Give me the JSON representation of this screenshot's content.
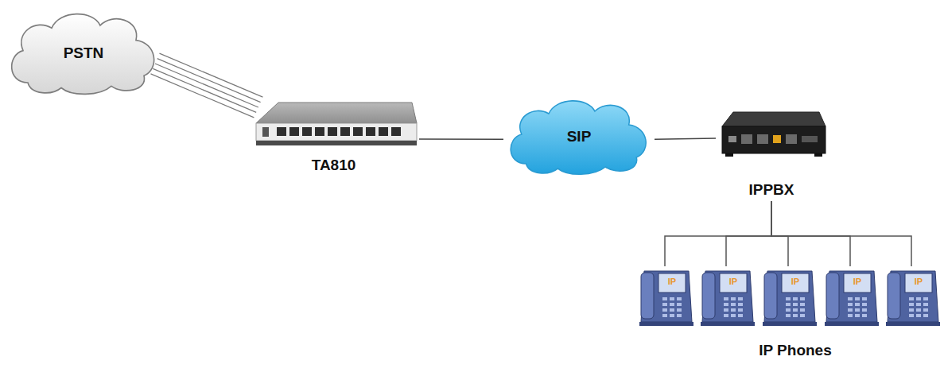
{
  "diagram": {
    "nodes": [
      {
        "text": [
          "PSTN"
        ]
      },
      {
        "text": [
          "TA810"
        ]
      },
      {
        "text": [
          "SIP"
        ]
      },
      {
        "text": [
          "IPPBX"
        ]
      },
      {
        "text": [
          "IP"
        ]
      },
      {
        "text": [
          "IP"
        ]
      },
      {
        "text": [
          "IP"
        ]
      },
      {
        "text": [
          "IP"
        ]
      },
      {
        "text": [
          "IP"
        ]
      }
    ],
    "edges": [
      {
        "from": 0,
        "to": 1,
        "arrow": "none"
      },
      {
        "from": 1,
        "to": 2,
        "arrow": "none"
      },
      {
        "from": 2,
        "to": 3,
        "arrow": "none"
      },
      {
        "from": 3,
        "to": 4,
        "arrow": "none"
      },
      {
        "from": 3,
        "to": 5,
        "arrow": "none"
      },
      {
        "from": 3,
        "to": 6,
        "arrow": "none"
      },
      {
        "from": 3,
        "to": 7,
        "arrow": "none"
      },
      {
        "from": 3,
        "to": 8,
        "arrow": "none"
      }
    ],
    "labels": [
      "IP Phones"
    ]
  }
}
